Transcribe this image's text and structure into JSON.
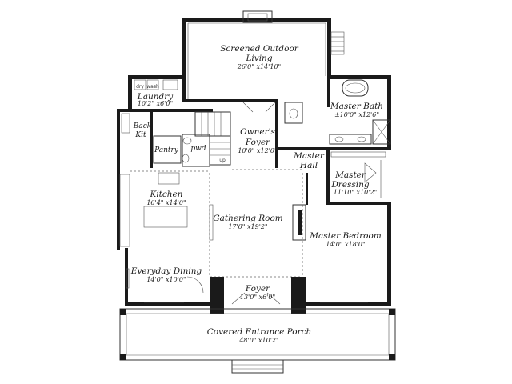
{
  "rooms": {
    "screened_outdoor": {
      "name_line1": "Screened Outdoor",
      "name_line2": "Living",
      "dims": "26'0\" x14'10\""
    },
    "laundry": {
      "name": "Laundry",
      "dims": "10'2\" x6'0\"",
      "dry_label": "dry",
      "wash_label": "wash"
    },
    "back_kit": {
      "name_line1": "Back",
      "name_line2": "Kit"
    },
    "pantry": {
      "name": "Pantry"
    },
    "pwd": {
      "name": "pwd"
    },
    "stair_up": {
      "label": "up"
    },
    "owners_foyer": {
      "name_line1": "Owner's",
      "name_line2": "Foyer",
      "dims": "10'0\" x12'0\""
    },
    "master_bath": {
      "name": "Master Bath",
      "dims": "±10'0\" x12'6\""
    },
    "master_hall": {
      "name_line1": "Master",
      "name_line2": "Hall"
    },
    "master_dressing": {
      "name_line1": "Master",
      "name_line2": "Dressing",
      "dims": "11'10\" x10'2\""
    },
    "kitchen": {
      "name": "Kitchen",
      "dims": "16'4\" x14'0\""
    },
    "gathering_room": {
      "name": "Gathering Room",
      "dims": "17'0\" x19'2\""
    },
    "master_bedroom": {
      "name": "Master Bedroom",
      "dims": "14'0\" x18'0\""
    },
    "everyday_dining": {
      "name": "Everyday Dining",
      "dims": "14'0\" x10'0\""
    },
    "foyer": {
      "name": "Foyer",
      "dims": "13'0\" x6'0\""
    },
    "covered_porch": {
      "name": "Covered Entrance Porch",
      "dims": "48'0\" x10'2\""
    }
  },
  "colors": {
    "wall": "#1a1a1a",
    "line": "#333333",
    "background": "#ffffff"
  }
}
